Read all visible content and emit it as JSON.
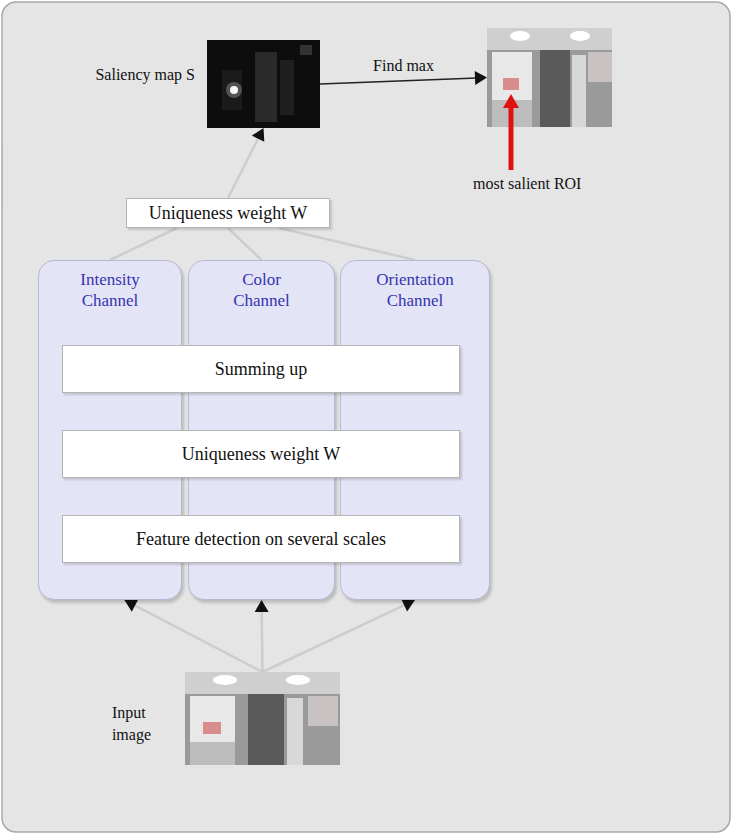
{
  "diagram": {
    "nodes": [
      {
        "text": [
          "Saliency map S"
        ]
      },
      {
        "text": [
          "most salient ROI"
        ]
      },
      {
        "text": [
          "Uniqueness weight W"
        ]
      },
      {
        "text": [
          "Intensity Channel"
        ]
      },
      {
        "text": [
          "Color Channel"
        ]
      },
      {
        "text": [
          "Orientation Channel"
        ]
      },
      {
        "text": [
          "Summing up"
        ]
      },
      {
        "text": [
          "Uniqueness weight W"
        ]
      },
      {
        "text": [
          "Feature detection on several scales"
        ]
      },
      {
        "text": [
          "Input image"
        ]
      }
    ],
    "edges": [
      {
        "from": 9,
        "to": 3,
        "arrow": "to"
      },
      {
        "from": 9,
        "to": 4,
        "arrow": "to"
      },
      {
        "from": 9,
        "to": 5,
        "arrow": "to"
      },
      {
        "from": 3,
        "to": 2,
        "arrow": "none"
      },
      {
        "from": 4,
        "to": 2,
        "arrow": "none"
      },
      {
        "from": 5,
        "to": 2,
        "arrow": "none"
      },
      {
        "from": 2,
        "to": 0,
        "arrow": "to"
      },
      {
        "from": 0,
        "to": 1,
        "label": "Find max",
        "arrow": "to"
      }
    ]
  }
}
